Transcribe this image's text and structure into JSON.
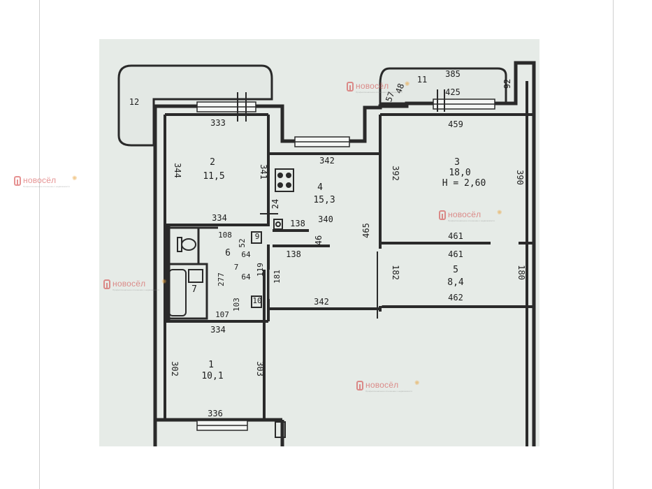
{
  "plan": {
    "rooms": [
      {
        "number": "2",
        "area": "11,5"
      },
      {
        "number": "3",
        "area": "18,0",
        "height": "H = 2,60"
      },
      {
        "number": "4",
        "area": "15,3"
      },
      {
        "number": "5",
        "area": "8,4"
      },
      {
        "number": "1",
        "area": "10,1"
      },
      {
        "number": "6"
      },
      {
        "number": "7"
      }
    ],
    "dimensions": {
      "balcony_left": "12",
      "room2_top": "333",
      "room2_left": "344",
      "room2_right": "341",
      "room2_bottom": "334",
      "hall_top": "342",
      "room3_left": "392",
      "room3_right": "390",
      "room3_top": "459",
      "room3_bottom": "461",
      "balcony_right_a": "385",
      "balcony_right_b": "425",
      "balcony_right_c": "92",
      "balcony_right_d": "11",
      "balcony_right_e": "57",
      "balcony_right_f": "48",
      "kitchen_24": "24",
      "kitchen_138a": "138",
      "kitchen_340": "340",
      "kitchen_138b": "138",
      "kitchen_46": "46",
      "hall_465": "465",
      "room5_top": "461",
      "room5_left": "182",
      "room5_right": "180",
      "room5_bottom": "462",
      "corridor_342": "342",
      "wc_108": "108",
      "wc_52": "52",
      "wc_9": "9",
      "wc_64a": "64",
      "wc_7": "7",
      "wc_64b": "64",
      "wc_277": "277",
      "wc_119": "119",
      "wc_181": "181",
      "wc_103": "103",
      "wc_10": "10",
      "wc_107": "107",
      "room1_top": "334",
      "room1_left": "302",
      "room1_right": "303",
      "room1_bottom": "336"
    }
  },
  "watermark": {
    "brand": "новосёл",
    "tagline": "Профессиональное отношение к недвижимости"
  },
  "colors": {
    "paper": "#e6ebe7",
    "wall": "#2a2a2a",
    "watermark": "#d23a3a"
  }
}
